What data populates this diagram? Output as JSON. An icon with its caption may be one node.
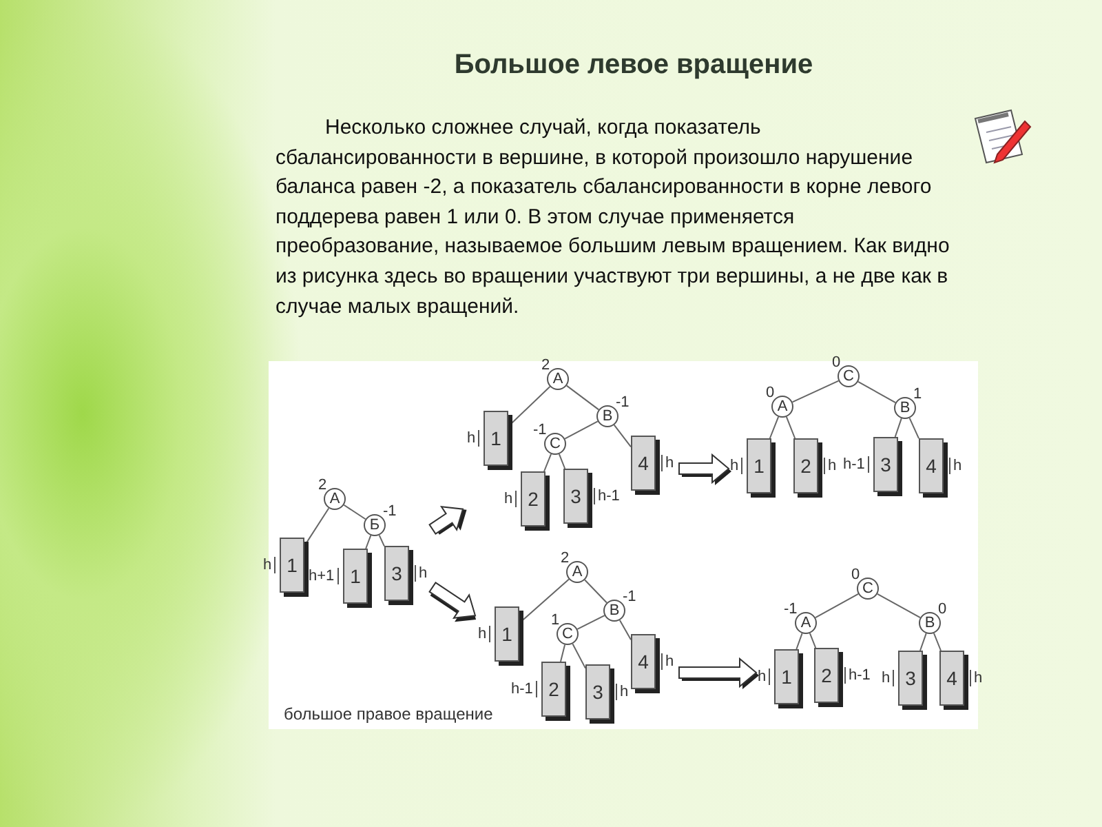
{
  "diagram": {
    "title": "Большое левое вращение",
    "nodes": [
      {
        "text": [],
        "shape": "picture"
      },
      {
        "text": [
          "A"
        ],
        "beside": [
          "2"
        ],
        "in": 0
      },
      {
        "text": [
          "Б"
        ],
        "beside": [
          "-1"
        ],
        "in": 0
      },
      {
        "text": [
          "1"
        ],
        "beside": [
          "h"
        ],
        "in": 0
      },
      {
        "text": [
          "1"
        ],
        "beside": [
          "h+1"
        ],
        "in": 0
      },
      {
        "text": [
          "3"
        ],
        "beside": [
          "h"
        ],
        "in": 0
      },
      {
        "text": [],
        "shape": "picture"
      },
      {
        "text": [
          "A"
        ],
        "beside": [
          "2"
        ],
        "in": 6
      },
      {
        "text": [
          "B"
        ],
        "beside": [
          "-1"
        ],
        "in": 6
      },
      {
        "text": [
          "1"
        ],
        "beside": [
          "h"
        ],
        "in": 6
      },
      {
        "text": [
          "C"
        ],
        "beside": [
          "-1"
        ],
        "in": 6
      },
      {
        "text": [
          "2"
        ],
        "beside": [
          "h"
        ],
        "in": 6
      },
      {
        "text": [
          "3"
        ],
        "beside": [
          "h-1"
        ],
        "in": 6
      },
      {
        "text": [
          "4"
        ],
        "beside": [
          "h"
        ],
        "in": 6
      },
      {
        "text": [],
        "shape": "picture"
      },
      {
        "text": [
          "C"
        ],
        "beside": [
          "0"
        ],
        "in": 14
      },
      {
        "text": [
          "A"
        ],
        "beside": [
          "0"
        ],
        "in": 14
      },
      {
        "text": [
          "B"
        ],
        "beside": [
          "1"
        ],
        "in": 14
      },
      {
        "text": [
          "1"
        ],
        "beside": [
          "h"
        ],
        "in": 14
      },
      {
        "text": [
          "2"
        ],
        "beside": [
          "h"
        ],
        "in": 14
      },
      {
        "text": [
          "3"
        ],
        "beside": [
          "h-1"
        ],
        "in": 14
      },
      {
        "text": [
          "4"
        ],
        "beside": [
          "h"
        ],
        "in": 14
      },
      {
        "text": [],
        "shape": "picture"
      },
      {
        "text": [
          "A"
        ],
        "beside": [
          "2"
        ],
        "in": 22
      },
      {
        "text": [
          "B"
        ],
        "beside": [
          "-1"
        ],
        "in": 22
      },
      {
        "text": [
          "1"
        ],
        "beside": [
          "h"
        ],
        "in": 22
      },
      {
        "text": [
          "C"
        ],
        "beside": [
          "1"
        ],
        "in": 22
      },
      {
        "text": [
          "2"
        ],
        "beside": [
          "h-1"
        ],
        "in": 22
      },
      {
        "text": [
          "3"
        ],
        "beside": [
          "h"
        ],
        "in": 22
      },
      {
        "text": [
          "4"
        ],
        "beside": [
          "h"
        ],
        "in": 22
      },
      {
        "text": [],
        "shape": "picture"
      },
      {
        "text": [
          "C"
        ],
        "beside": [
          "0"
        ],
        "in": 30
      },
      {
        "text": [
          "A"
        ],
        "beside": [
          "-1"
        ],
        "in": 30
      },
      {
        "text": [
          "B"
        ],
        "beside": [
          "0"
        ],
        "in": 30
      },
      {
        "text": [
          "1"
        ],
        "beside": [
          "h"
        ],
        "in": 30
      },
      {
        "text": [
          "2"
        ],
        "beside": [
          "h-1"
        ],
        "in": 30
      },
      {
        "text": [
          "3"
        ],
        "beside": [
          "h"
        ],
        "in": 30
      },
      {
        "text": [
          "4"
        ],
        "beside": [
          "h"
        ],
        "in": 30
      }
    ],
    "edges": [
      {
        "from": 1,
        "to": 3,
        "arrow": "none"
      },
      {
        "from": 1,
        "to": 2,
        "arrow": "none"
      },
      {
        "from": 2,
        "to": 4,
        "arrow": "none"
      },
      {
        "from": 2,
        "to": 5,
        "arrow": "none"
      },
      {
        "from": 7,
        "to": 9,
        "arrow": "none"
      },
      {
        "from": 7,
        "to": 8,
        "arrow": "none"
      },
      {
        "from": 8,
        "to": 10,
        "arrow": "none"
      },
      {
        "from": 8,
        "to": 13,
        "arrow": "none"
      },
      {
        "from": 10,
        "to": 11,
        "arrow": "none"
      },
      {
        "from": 10,
        "to": 12,
        "arrow": "none"
      },
      {
        "from": 15,
        "to": 16,
        "arrow": "none"
      },
      {
        "from": 15,
        "to": 17,
        "arrow": "none"
      },
      {
        "from": 16,
        "to": 18,
        "arrow": "none"
      },
      {
        "from": 16,
        "to": 19,
        "arrow": "none"
      },
      {
        "from": 17,
        "to": 20,
        "arrow": "none"
      },
      {
        "from": 17,
        "to": 21,
        "arrow": "none"
      },
      {
        "from": 23,
        "to": 25,
        "arrow": "none"
      },
      {
        "from": 23,
        "to": 24,
        "arrow": "none"
      },
      {
        "from": 24,
        "to": 26,
        "arrow": "none"
      },
      {
        "from": 24,
        "to": 29,
        "arrow": "none"
      },
      {
        "from": 26,
        "to": 27,
        "arrow": "none"
      },
      {
        "from": 26,
        "to": 28,
        "arrow": "none"
      },
      {
        "from": 31,
        "to": 32,
        "arrow": "none"
      },
      {
        "from": 31,
        "to": 33,
        "arrow": "none"
      },
      {
        "from": 32,
        "to": 34,
        "arrow": "none"
      },
      {
        "from": 32,
        "to": 35,
        "arrow": "none"
      },
      {
        "from": 33,
        "to": 36,
        "arrow": "none"
      },
      {
        "from": 33,
        "to": 37,
        "arrow": "none"
      },
      {
        "from": 0,
        "to": 6,
        "arrow": "to",
        "style": "thick"
      },
      {
        "from": 0,
        "to": 22,
        "arrow": "to",
        "style": "thick"
      },
      {
        "from": 6,
        "to": 14,
        "arrow": "to",
        "style": "thick"
      },
      {
        "from": 22,
        "to": 30,
        "arrow": "to",
        "style": "thick"
      }
    ],
    "labels": [
      "Несколько сложнее случай, когда показатель сбалансированности в вершине, в которой произошло нарушение баланса равен -2, а показатель сбалансированности в корне левого поддерева равен 1 или 0. В этом случае применяется преобразование, называемое большим левым вращением. Как видно из рисунка здесь во вращении участвуют три вершины, а не две как в случае малых вращений.",
      "большое правое вращение"
    ]
  }
}
